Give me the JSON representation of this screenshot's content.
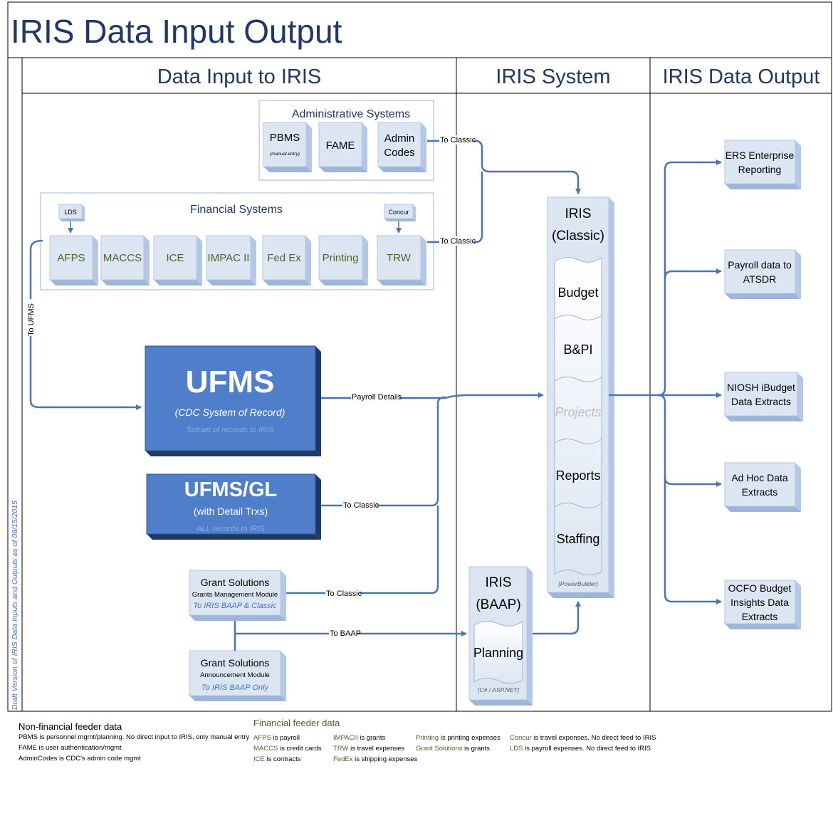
{
  "title": "IRIS Data Input Output",
  "headers": {
    "input": "Data Input to IRIS",
    "system": "IRIS System",
    "output": "IRIS Data Output"
  },
  "side_note": "Draft Version of IRIS Data Inputs and Outputs as of 08/15/2015",
  "admin_group": {
    "title": "Administrative Systems",
    "pbms": "PBMS",
    "pbms_sub": "(manual entry)",
    "fame": "FAME",
    "admin_codes_1": "Admin",
    "admin_codes_2": "Codes"
  },
  "financial_group": {
    "title": "Financial Systems",
    "lds": "LDS",
    "concur": "Concur",
    "afps": "AFPS",
    "maccs": "MACCS",
    "ice": "ICE",
    "impac": "IMPAC II",
    "fedex": "Fed Ex",
    "printing": "Printing",
    "trw": "TRW"
  },
  "ufms": {
    "title": "UFMS",
    "subtitle": "(CDC System of Record)",
    "note": "Subset of records to IRIS"
  },
  "ufms_gl": {
    "title": "UFMS/GL",
    "subtitle": "(with Detail Trxs)",
    "note": "ALL records to IRIS"
  },
  "grant_mgmt": {
    "title": "Grant Solutions",
    "module": "Grants Management Module",
    "target": "To IRIS BAAP & Classic"
  },
  "grant_ann": {
    "title": "Grant Solutions",
    "module": "Announcement  Module",
    "target": "To IRIS BAAP Only"
  },
  "iris_classic": {
    "title_1": "IRIS",
    "title_2": "(Classic)",
    "modules": [
      "Budget",
      "B&PI",
      "Projects",
      "Reports",
      "Staffing"
    ],
    "platform": "[PowerBuilder]"
  },
  "iris_baap": {
    "title_1": "IRIS",
    "title_2": "(BAAP)",
    "module": "Planning",
    "platform": "[C# / ASP.NET]"
  },
  "flow_labels": {
    "to_classic_admin": "To Classic",
    "to_classic_fin": "To Classic",
    "to_ufms": "To UFMS",
    "payroll_details": "Payroll Details",
    "to_classic_gl": "To Classic",
    "to_classic_grants": "To Classic",
    "to_baap": "To BAAP"
  },
  "outputs": [
    {
      "line1": "ERS Enterprise",
      "line2": "Reporting",
      "line3": ""
    },
    {
      "line1": "Payroll data to",
      "line2": "ATSDR",
      "line3": ""
    },
    {
      "line1": "NIOSH iBudget",
      "line2": "Data Extracts",
      "line3": ""
    },
    {
      "line1": "Ad Hoc Data",
      "line2": "Extracts",
      "line3": ""
    },
    {
      "line1": "OCFO Budget",
      "line2": "Insights Data",
      "line3": "Extracts"
    }
  ],
  "legend_nonfin": {
    "title": "Non-financial feeder data",
    "items": [
      {
        "key": "PBMS",
        "desc": " is personnel mgmt/planning. No direct input to IRIS, only manual entry"
      },
      {
        "key": "FAME",
        "desc": " is user authentication/mgmt"
      },
      {
        "key": "AdminCodes",
        "desc": " is CDC's admin code mgmt"
      }
    ]
  },
  "legend_fin": {
    "title": "Financial feeder data",
    "col1": [
      {
        "key": "AFPS",
        "desc": " is payroll"
      },
      {
        "key": "MACCS",
        "desc": " is credit cards"
      },
      {
        "key": "ICE",
        "desc": " is contracts"
      }
    ],
    "col2": [
      {
        "key": "IMPACII",
        "desc": " is grants"
      },
      {
        "key": "TRW",
        "desc": " is travel expenses"
      },
      {
        "key": "FedEx",
        "desc": " is shipping expenses"
      }
    ],
    "col3": [
      {
        "key": "Printing",
        "desc": " is printing expenses"
      },
      {
        "key": "Grant Solutions",
        "desc": "  is grants"
      }
    ],
    "col4": [
      {
        "key": "Concur",
        "desc": "  is travel expenses. No direct feed to IRIS"
      },
      {
        "key": "LDS",
        "desc": "  is payroll expenses. No direct feed to IRIS"
      }
    ]
  },
  "colors": {
    "title_blue": "#1F3864",
    "flow_blue": "#4A76B0",
    "box_face": "#DCE6F2",
    "box_side": "#B4C7E7",
    "ufms_blue": "#4F7FCB",
    "green_text": "#4F6228"
  }
}
